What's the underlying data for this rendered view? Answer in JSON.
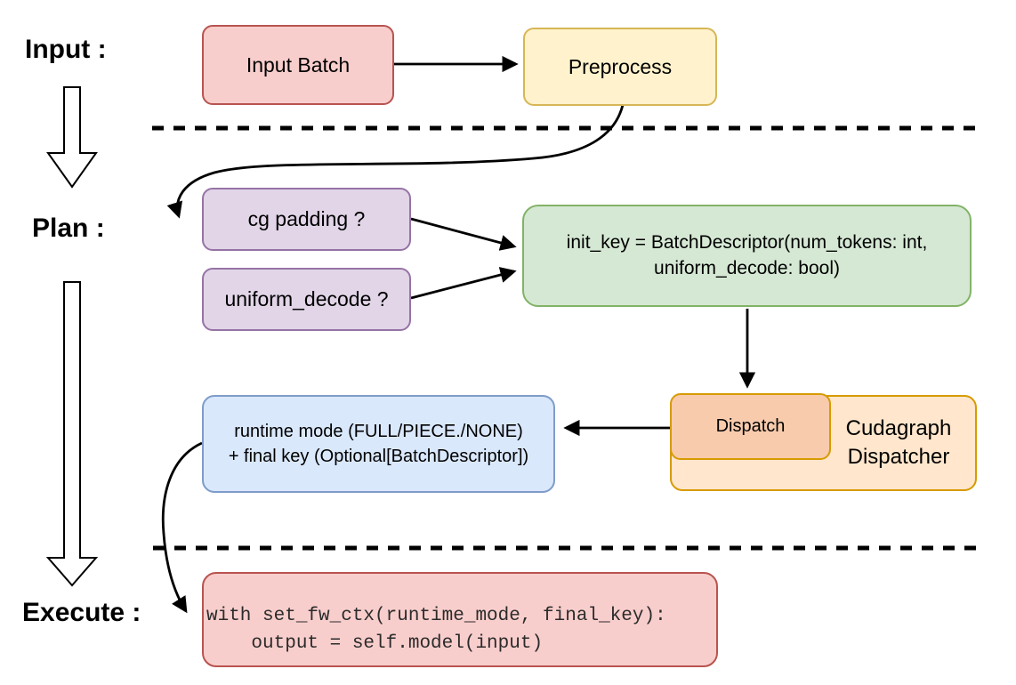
{
  "labels": {
    "input": "Input :",
    "plan": "Plan :",
    "execute": "Execute :"
  },
  "nodes": {
    "input_batch": "Input Batch",
    "preprocess": "Preprocess",
    "cg_padding": "cg padding ?",
    "uniform_decode": "uniform_decode ?",
    "init_key_line1": "init_key = BatchDescriptor(num_tokens: int,",
    "init_key_line2": "uniform_decode: bool)",
    "dispatch": "Dispatch",
    "dispatcher_line1": "Cudagraph",
    "dispatcher_line2": "Dispatcher",
    "runtime_line1": "runtime mode (FULL/PIECE./NONE)",
    "runtime_line2": "+ final key (Optional[BatchDescriptor])",
    "code_line1": "with set_fw_ctx(runtime_mode, final_key):",
    "code_line2": "    output = self.model(input)"
  },
  "palette": {
    "red_fill": "#F8CECC",
    "red_stroke": "#B85450",
    "yellow_fill": "#FFF2CC",
    "yellow_stroke": "#D6B656",
    "purple_fill": "#E1D5E7",
    "purple_stroke": "#9673A6",
    "green_fill": "#D5E8D4",
    "green_stroke": "#82B366",
    "blue_fill": "#DAE8FC",
    "blue_stroke": "#7E9CC9",
    "orange_fill": "#FFE6CC",
    "orange_stroke": "#D79B00",
    "peach_fill": "#F8CBAD",
    "line_color": "#000000"
  }
}
